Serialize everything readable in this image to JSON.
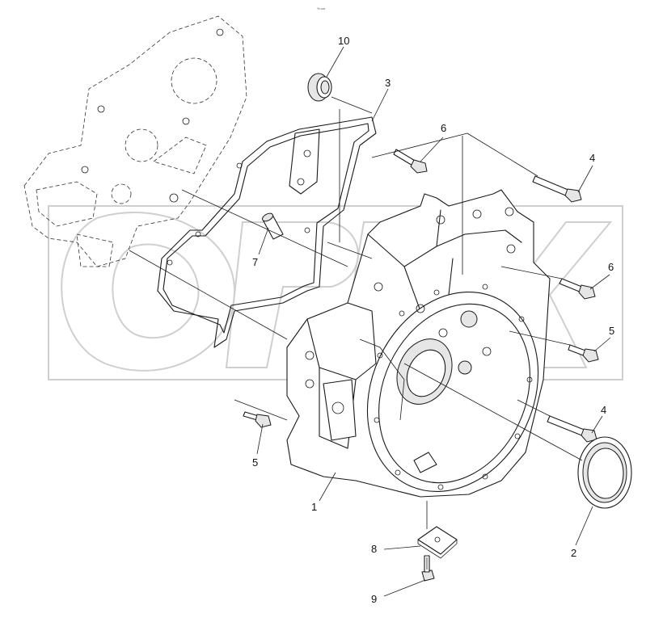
{
  "diagram": {
    "watermark": "OPEX",
    "top_mark": "%.om",
    "callouts": [
      {
        "id": "c10",
        "label": "10"
      },
      {
        "id": "c3",
        "label": "3"
      },
      {
        "id": "c6a",
        "label": "6"
      },
      {
        "id": "c4a",
        "label": "4"
      },
      {
        "id": "c7",
        "label": "7"
      },
      {
        "id": "c6b",
        "label": "6"
      },
      {
        "id": "c5a",
        "label": "5"
      },
      {
        "id": "c4b",
        "label": "4"
      },
      {
        "id": "c5b",
        "label": "5"
      },
      {
        "id": "c1",
        "label": "1"
      },
      {
        "id": "c8",
        "label": "8"
      },
      {
        "id": "c2",
        "label": "2"
      },
      {
        "id": "c9",
        "label": "9"
      }
    ]
  }
}
